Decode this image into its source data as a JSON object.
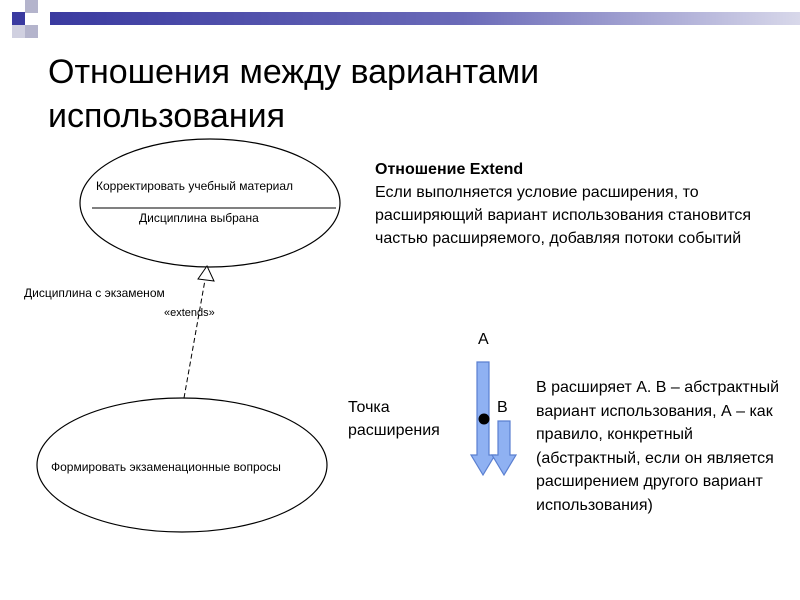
{
  "title": "Отношения между вариантами использования",
  "colors": {
    "banner_blue": "#3a3aa0",
    "banner_gray": "#b4b4cc",
    "arrow_fill": "#8fb1f2",
    "arrow_stroke": "#5a7fd0"
  },
  "diagram": {
    "base_use_case": "Корректировать учебный материал",
    "extension_point": "Дисциплина выбрана",
    "condition": "Дисциплина с экзаменом",
    "stereotype": "«extends»",
    "extending_use_case": "Формировать экзаменационные вопросы"
  },
  "description": {
    "heading": "Отношение Extend",
    "text": "Если выполняется условие расширения, то расширяющий вариант использования становится частью расширяемого, добавляя потоки событий"
  },
  "flow": {
    "label_a": "A",
    "label_b": "B",
    "extension_point_label": "Точка расширения",
    "explanation": "В расширяет А. В – абстрактный вариант использования, А – как правило, конкретный (абстрактный, если он является расширением другого вариант использования)"
  }
}
